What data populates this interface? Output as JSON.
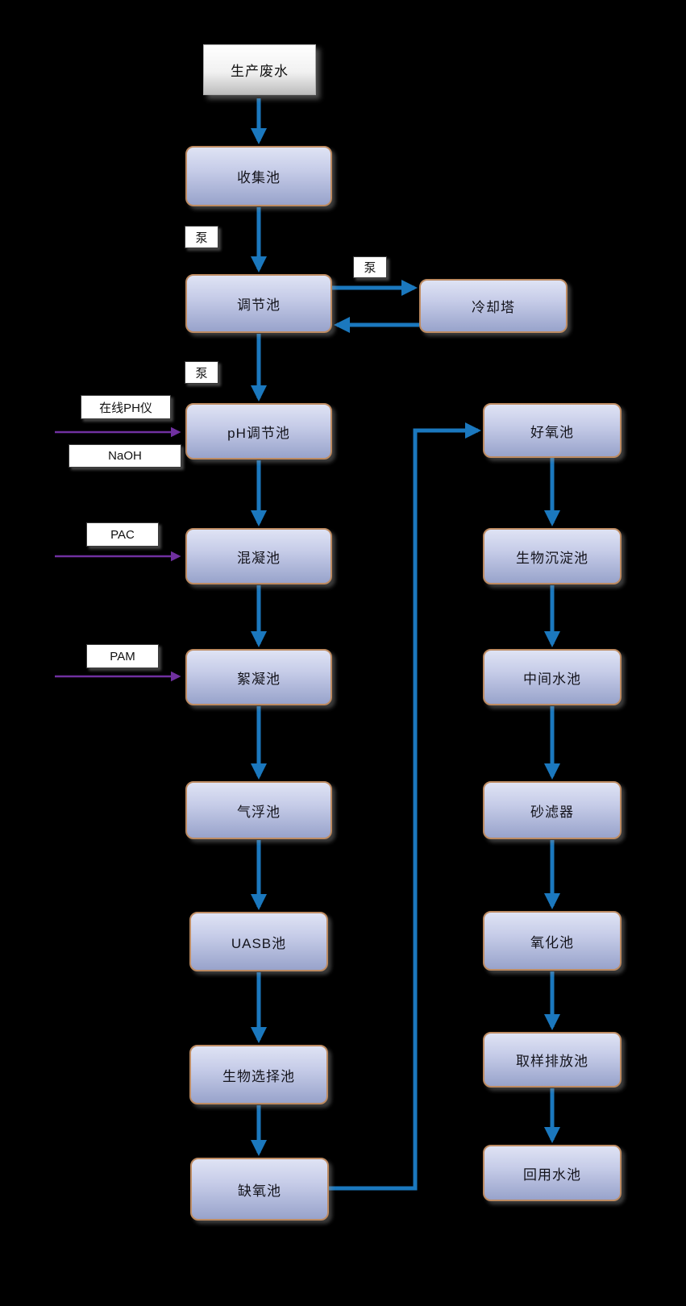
{
  "diagram": {
    "type": "flowchart",
    "background_color": "#000000",
    "start": {
      "label": "生产废水"
    },
    "left_column": [
      {
        "label": "收集池"
      },
      {
        "label": "调节池"
      },
      {
        "label": "pH调节池"
      },
      {
        "label": "混凝池"
      },
      {
        "label": "絮凝池"
      },
      {
        "label": "气浮池"
      },
      {
        "label": "UASB池"
      },
      {
        "label": "生物选择池"
      },
      {
        "label": "缺氧池"
      }
    ],
    "side": {
      "cooling_tower": "冷却塔"
    },
    "right_column": [
      {
        "label": "好氧池"
      },
      {
        "label": "生物沉淀池"
      },
      {
        "label": "中间水池"
      },
      {
        "label": "砂滤器"
      },
      {
        "label": "氧化池"
      },
      {
        "label": "取样排放池"
      },
      {
        "label": "回用水池"
      }
    ],
    "labels": {
      "pump1": "泵",
      "pump2": "泵",
      "pump3": "泵",
      "online_ph_meter": "在线PH仪",
      "naoh": "NaOH",
      "pac": "PAC",
      "pam": "PAM"
    },
    "colors": {
      "flow_arrow": "#1B78BE",
      "chemical_arrow": "#7030A0",
      "node_border": "#BD8B62",
      "node_fill_top": "#DFE3F4",
      "node_fill_bottom": "#98A3CB"
    },
    "edges": [
      {
        "from": "生产废水",
        "to": "收集池"
      },
      {
        "from": "收集池",
        "to": "调节池",
        "via": "泵"
      },
      {
        "from": "调节池",
        "to": "冷却塔",
        "via": "泵"
      },
      {
        "from": "冷却塔",
        "to": "调节池"
      },
      {
        "from": "调节池",
        "to": "pH调节池",
        "via": "泵"
      },
      {
        "from": "在线PH仪",
        "to": "pH调节池"
      },
      {
        "from": "NaOH",
        "to": "pH调节池"
      },
      {
        "from": "pH调节池",
        "to": "混凝池"
      },
      {
        "from": "PAC",
        "to": "混凝池"
      },
      {
        "from": "混凝池",
        "to": "絮凝池"
      },
      {
        "from": "PAM",
        "to": "絮凝池"
      },
      {
        "from": "絮凝池",
        "to": "气浮池"
      },
      {
        "from": "气浮池",
        "to": "UASB池"
      },
      {
        "from": "UASB池",
        "to": "生物选择池"
      },
      {
        "from": "生物选择池",
        "to": "缺氧池"
      },
      {
        "from": "缺氧池",
        "to": "好氧池"
      },
      {
        "from": "好氧池",
        "to": "生物沉淀池"
      },
      {
        "from": "生物沉淀池",
        "to": "中间水池"
      },
      {
        "from": "中间水池",
        "to": "砂滤器"
      },
      {
        "from": "砂滤器",
        "to": "氧化池"
      },
      {
        "from": "氧化池",
        "to": "取样排放池"
      },
      {
        "from": "取样排放池",
        "to": "回用水池"
      }
    ]
  }
}
